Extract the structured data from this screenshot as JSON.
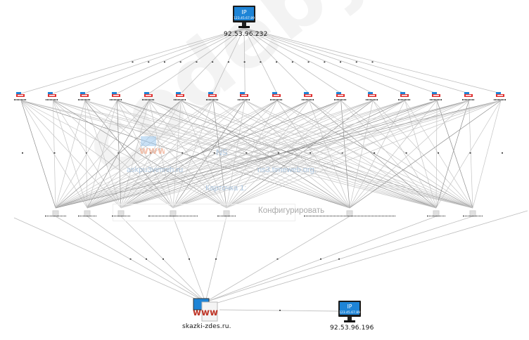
{
  "watermark": "codeby.net",
  "top_node": {
    "label": "92.53.96.232",
    "icon": "ip-monitor-icon",
    "screen_title": "IP",
    "screen_sub": "123.45.67.89"
  },
  "site_node": {
    "label": "skazki-zdes.ru.",
    "icon": "www-site-icon"
  },
  "right_node": {
    "label": "92.53.96.196",
    "icon": "ip-monitor-icon",
    "screen_title": "IP",
    "screen_sub": "123.45.67.89"
  },
  "ghost_overlay": {
    "ns_label": "NS",
    "www_label": "askpu3vimnih.ru",
    "ns_host": "ns3.timeweb.org.",
    "card_label": "Карточка 1:",
    "configure_label": "Конфигурировать"
  },
  "graph": {
    "middle_row_count": 16,
    "bottom_row_count": 8,
    "middle_row_icon": "server-router-icon",
    "bottom_row_icon": "document-node-icon"
  }
}
